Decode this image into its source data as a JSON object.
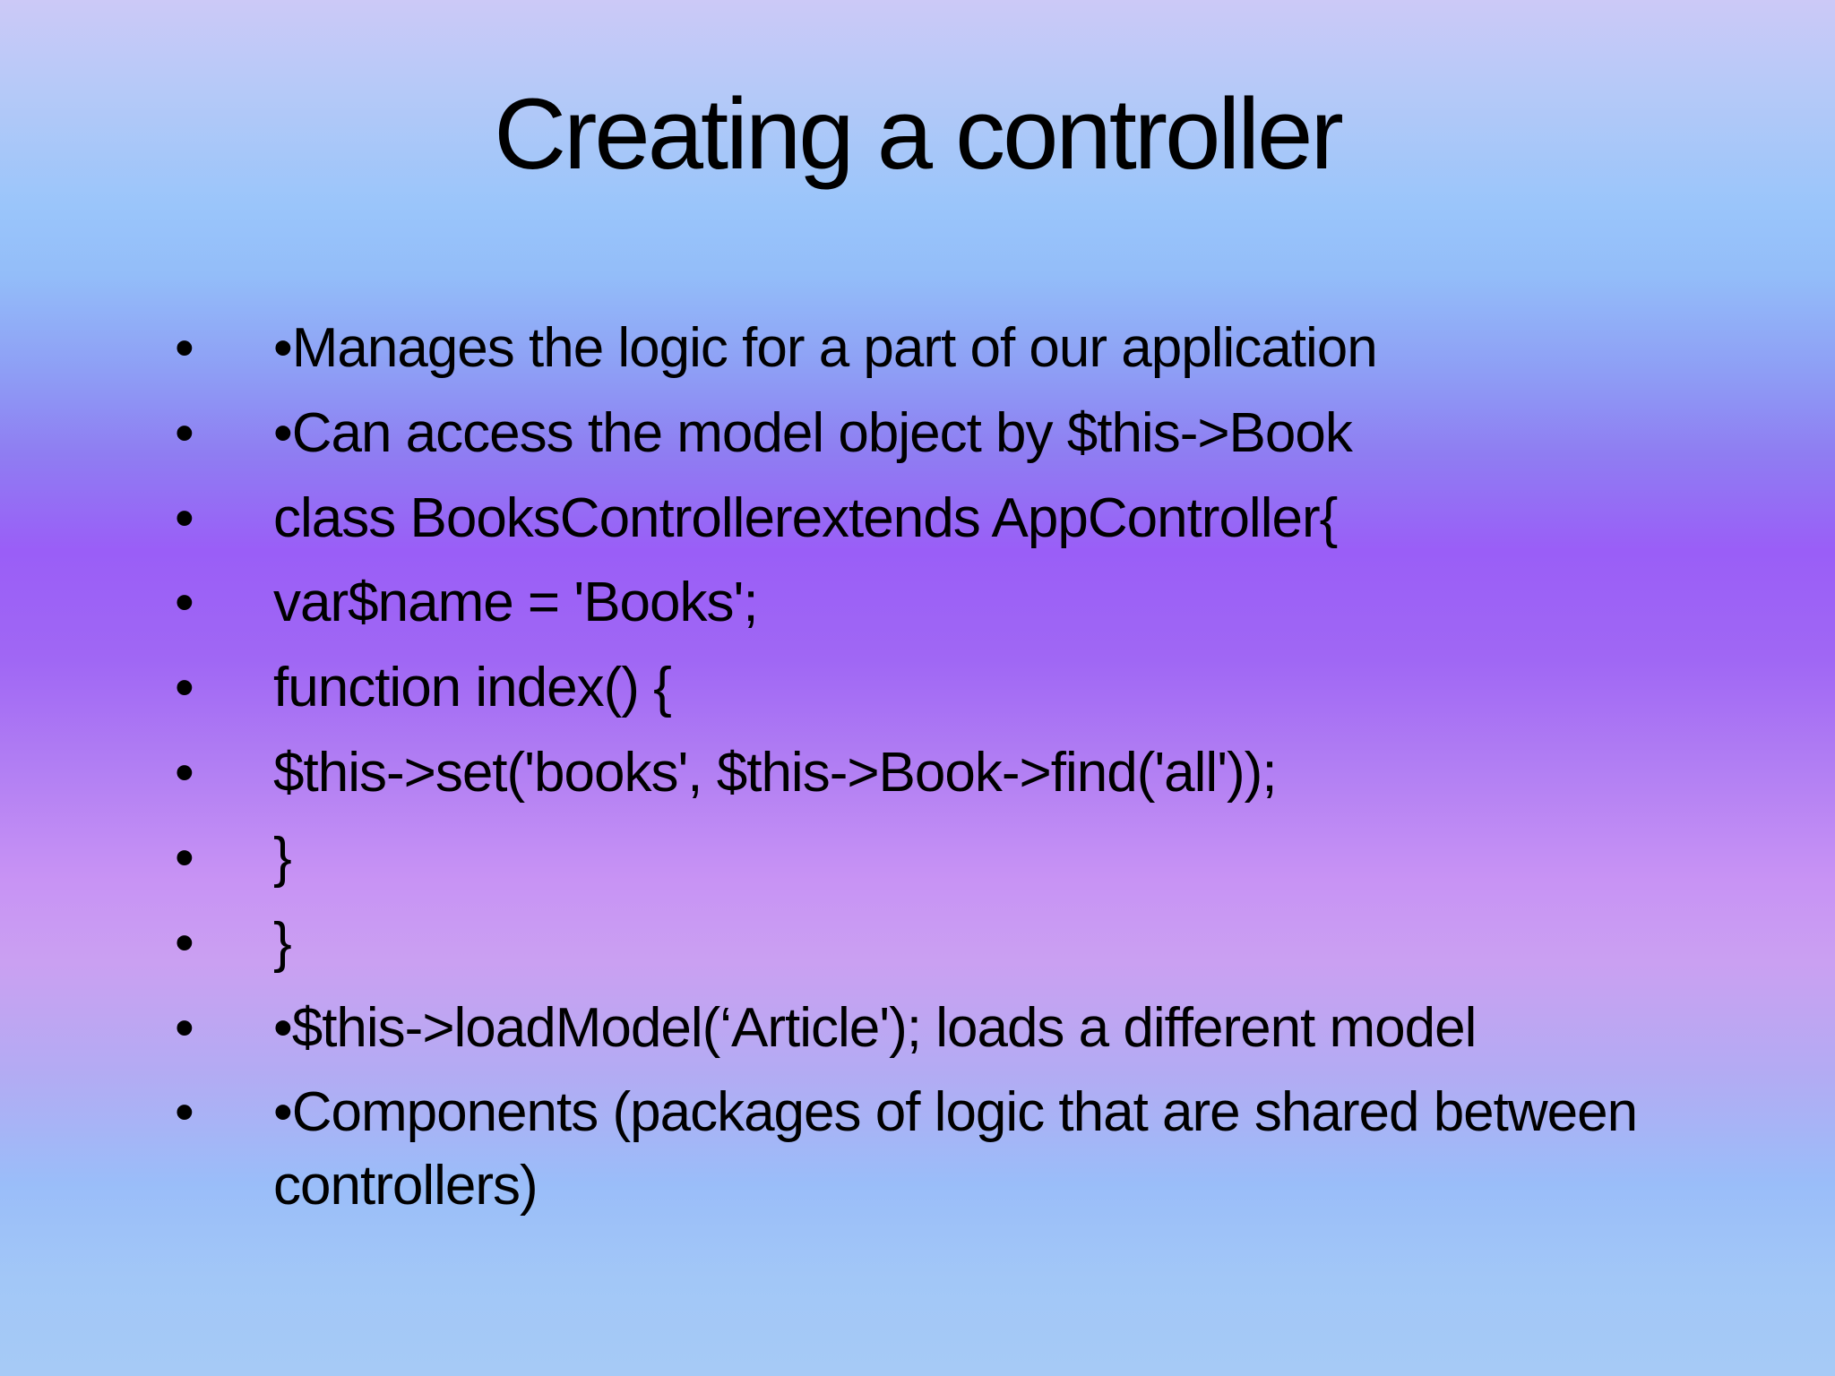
{
  "slide": {
    "title": "Creating a controller",
    "bullet_marker": "•",
    "items": [
      "•Manages the logic for a part of our application",
      "•Can access the model object by $this->Book",
      "class BooksControllerextends AppController{",
      "var$name = 'Books';",
      "function index() {",
      "$this->set('books', $this->Book->find('all'));",
      "}",
      "}",
      "•$this->loadModel(‘Article'); loads a different model",
      "•Components (packages of logic that are shared between controllers)"
    ],
    "colors": {
      "text": "#000000",
      "gradient_top": "#ccc9f7",
      "gradient_sky_blue": "#9ac5fa",
      "gradient_purple": "#9a5ef7",
      "gradient_pink": "#c893f4",
      "gradient_bottom": "#a6caf6"
    }
  }
}
